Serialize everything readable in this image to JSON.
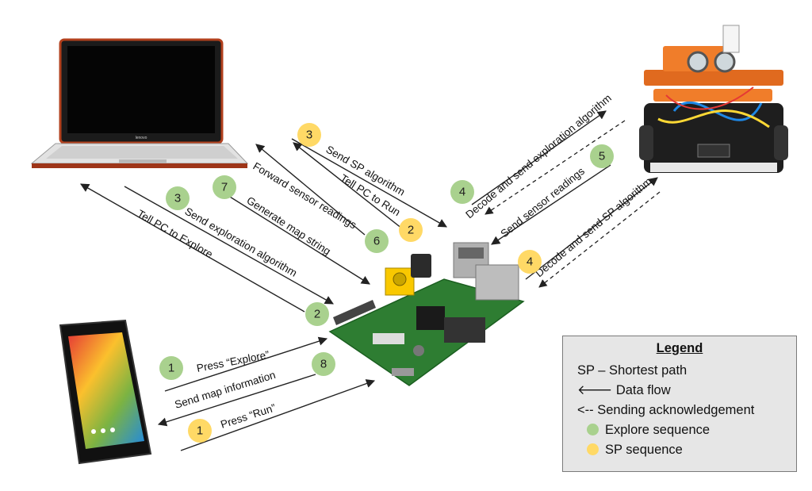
{
  "labels": {
    "tell_pc_explore": "Tell PC to Explore",
    "send_exploration": "Send exploration algorithm",
    "generate_map": "Generate map string",
    "forward_sensor": "Forward sensor readings",
    "tell_pc_run": "Tell PC to Run",
    "send_sp": "Send SP algorithm",
    "decode_send_exploration": "Decode and send exploration algorithm",
    "send_sensor_readings": "Send sensor readings",
    "decode_send_sp": "Decode and send SP algorithm",
    "press_explore": "Press “Explore”",
    "send_map_info": "Send map information",
    "press_run": "Press “Run”"
  },
  "badges": {
    "b1g": "1",
    "b2g": "2",
    "b3g": "3",
    "b4g": "4",
    "b5g": "5",
    "b6g": "6",
    "b7g": "7",
    "b8g": "8",
    "b1y": "1",
    "b2y": "2",
    "b3y": "3",
    "b4y": "4"
  },
  "legend": {
    "title": "Legend",
    "sp": "SP – Shortest path",
    "data_flow": "🡐 Data flow",
    "ack": "<-- Sending acknowledgement",
    "explore": "Explore sequence",
    "sp_seq": "SP sequence"
  },
  "colors": {
    "explore_green": "#a9d18e",
    "sp_yellow": "#ffd966",
    "legend_bg": "#e6e6e6"
  },
  "icons": [
    "laptop-icon",
    "robot-icon",
    "raspberry-pi-icon",
    "tablet-icon"
  ],
  "brand": "lenovo"
}
